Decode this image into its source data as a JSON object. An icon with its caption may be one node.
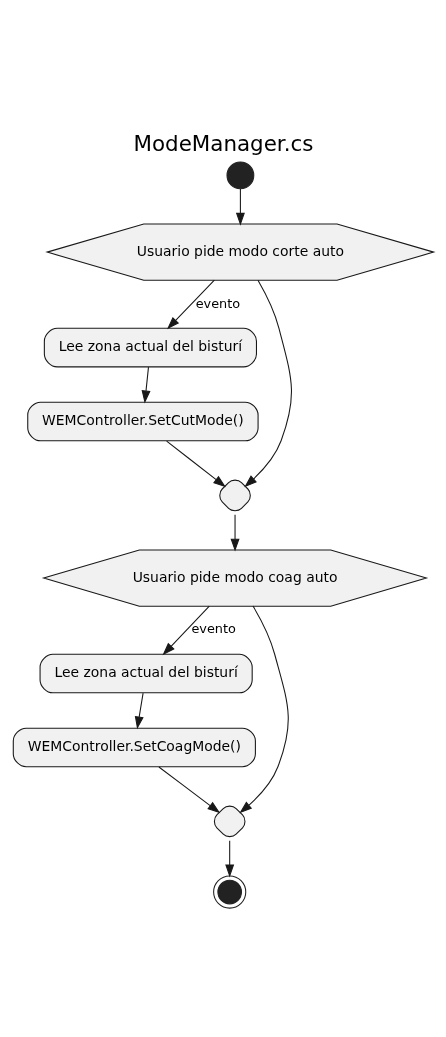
{
  "diagram": {
    "title": "ModeManager.cs",
    "nodes": [
      {
        "text": [],
        "shape": "circle"
      },
      {
        "text": [
          "Usuario pide modo corte auto"
        ]
      },
      {
        "text": [
          "Lee zona actual del bisturí"
        ]
      },
      {
        "text": [
          "WEMController.SetCutMode()"
        ]
      },
      {
        "text": [],
        "shape": "diamond"
      },
      {
        "text": [
          "Usuario pide modo coag auto"
        ]
      },
      {
        "text": [
          "Lee zona actual del bisturí"
        ]
      },
      {
        "text": [
          "WEMController.SetCoagMode()"
        ]
      },
      {
        "text": [],
        "shape": "diamond"
      },
      {
        "text": [],
        "shape": "circle"
      }
    ],
    "edges": [
      {
        "from": 0,
        "to": 1,
        "arrow": "to"
      },
      {
        "from": 1,
        "to": 2,
        "arrow": "to",
        "label": "evento"
      },
      {
        "from": 2,
        "to": 3,
        "arrow": "to"
      },
      {
        "from": 3,
        "to": 4,
        "arrow": "to"
      },
      {
        "from": 1,
        "to": 4,
        "arrow": "to"
      },
      {
        "from": 4,
        "to": 5,
        "arrow": "to"
      },
      {
        "from": 5,
        "to": 6,
        "arrow": "to",
        "label": "evento"
      },
      {
        "from": 6,
        "to": 7,
        "arrow": "to"
      },
      {
        "from": 7,
        "to": 8,
        "arrow": "to"
      },
      {
        "from": 5,
        "to": 8,
        "arrow": "to"
      },
      {
        "from": 8,
        "to": 9,
        "arrow": "to"
      }
    ]
  }
}
